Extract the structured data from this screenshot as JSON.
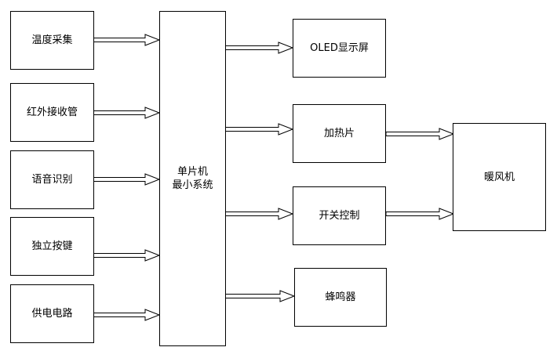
{
  "inputs": {
    "temp": "温度采集",
    "ir": "红外接收管",
    "voice": "语音识别",
    "key": "独立按键",
    "power": "供电电路"
  },
  "mcu": {
    "line1": "单片机",
    "line2": "最小系统"
  },
  "outputs": {
    "oled": "OLED显示屏",
    "heater": "加热片",
    "switch": "开关控制",
    "buzzer": "蜂鸣器"
  },
  "fan": "暖风机"
}
